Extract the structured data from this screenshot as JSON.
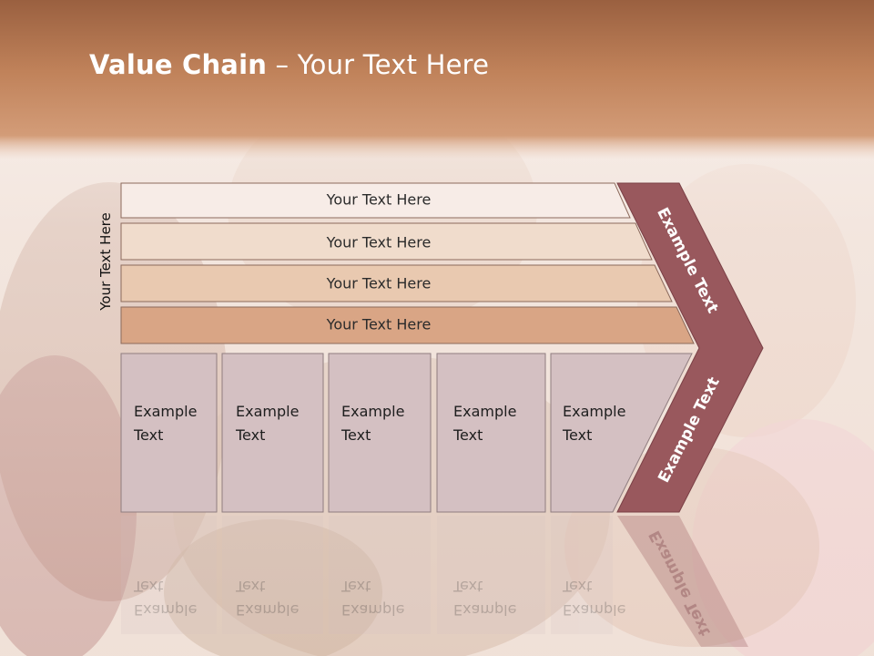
{
  "slide": {
    "title_bold": "Value Chain",
    "title_rest": " – Your Text Here",
    "side_label": "Your Text Here",
    "bars": [
      "Your Text Here",
      "Your Text Here",
      "Your Text Here",
      "Your Text Here"
    ],
    "boxes": [
      {
        "line1": "Example",
        "line2": "Text"
      },
      {
        "line1": "Example",
        "line2": "Text"
      },
      {
        "line1": "Example",
        "line2": "Text"
      },
      {
        "line1": "Example",
        "line2": "Text"
      },
      {
        "line1": "Example",
        "line2": "Text"
      }
    ],
    "chevron_upper": "Example Text",
    "chevron_lower": "Example Text"
  },
  "colors": {
    "header": "#c4865c",
    "bar_1": "#f7ece7",
    "bar_2": "#f0dccc",
    "bar_3": "#e9c9b0",
    "bar_4": "#d9a585",
    "box_fill": "#d4c0c2",
    "chevron": "#99585d"
  }
}
